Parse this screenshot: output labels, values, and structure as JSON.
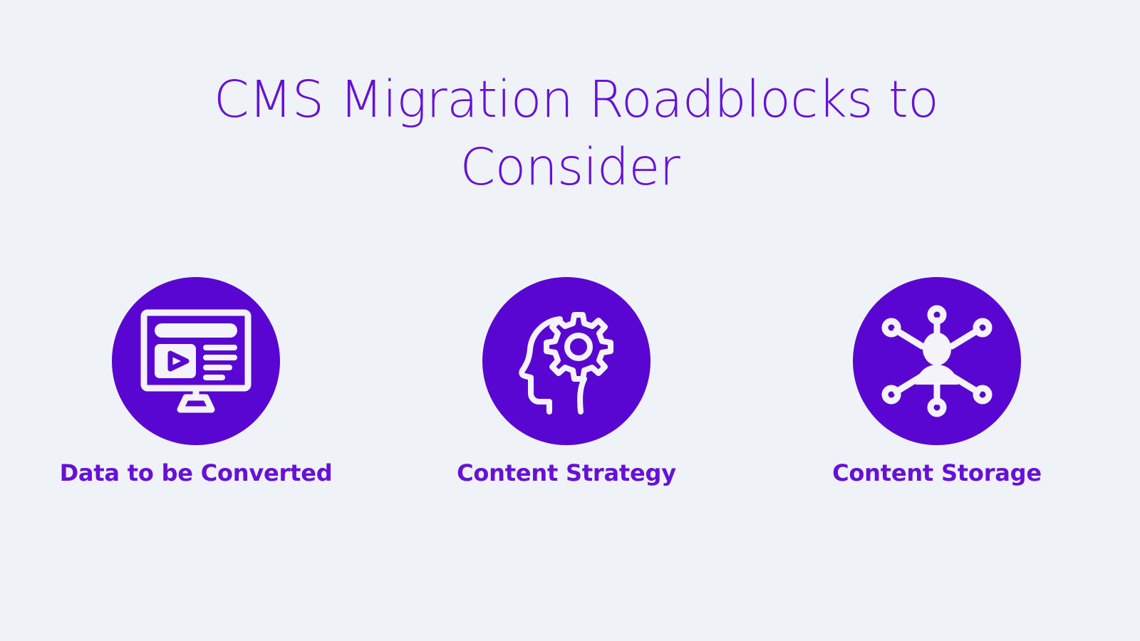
{
  "slide": {
    "background_color": "#eff3f8",
    "accent_color": "#5906d2",
    "text_color": "#6610d8",
    "icon_color": "#f4f3fa"
  },
  "title": {
    "full": "CMS Migration Roadblocks to Consider",
    "line1": "CMS Migration Roadblocks to",
    "line2": "Consider"
  },
  "items": [
    {
      "label": "Data to be Converted",
      "icon": "monitor-media-icon"
    },
    {
      "label": "Content Strategy",
      "icon": "head-gear-icon"
    },
    {
      "label": "Content Storage",
      "icon": "user-network-icon"
    }
  ]
}
